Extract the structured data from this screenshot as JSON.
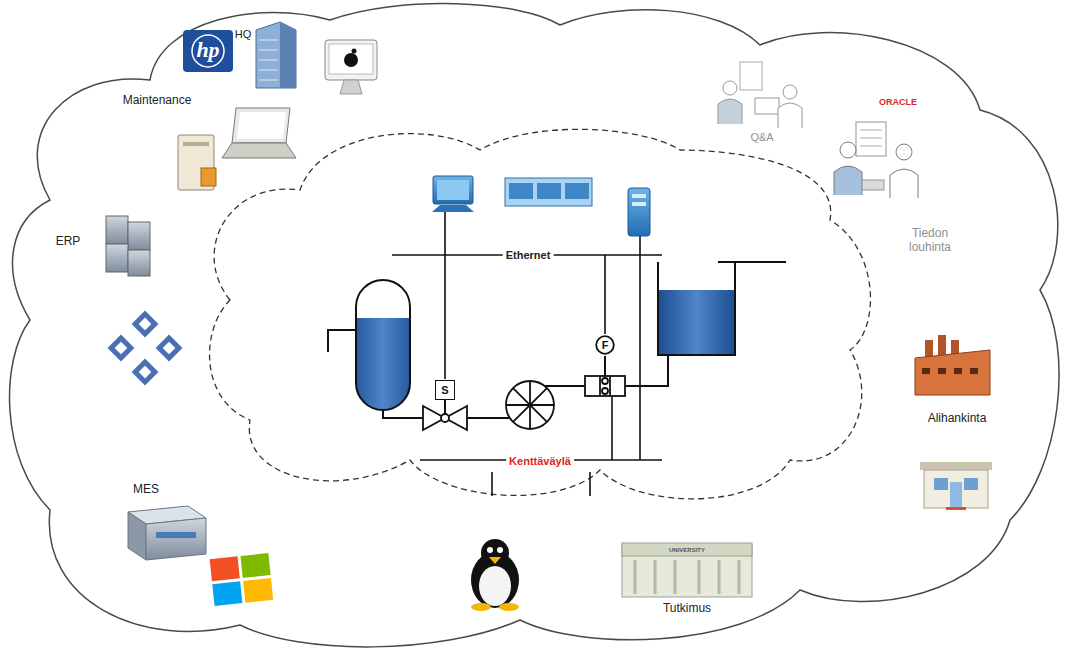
{
  "diagram": {
    "nodes": [
      {
        "text": [
          "S"
        ]
      },
      {
        "text": [
          "F"
        ]
      }
    ],
    "labels": [
      "hp",
      "HQ",
      "Maintenance",
      "ERP",
      "MES",
      "Ethernet",
      "Kenttäväylä",
      "Q&A",
      "ORACLE",
      "Tiedon louhinta",
      "Alihankinta",
      "UNIVERSITY",
      "Tutkimus"
    ]
  }
}
